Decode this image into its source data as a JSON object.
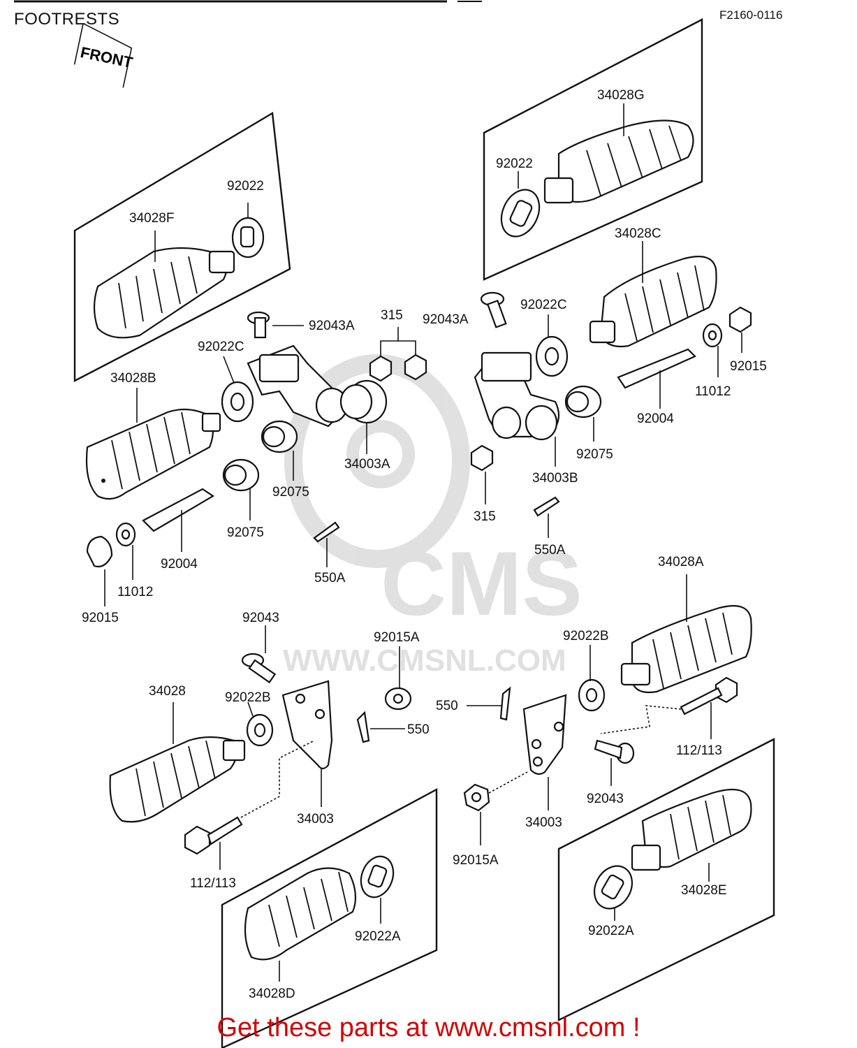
{
  "page": {
    "title": "FOOTRESTS",
    "diagram_code": "F2160-0116",
    "front_label": "FRONT",
    "cta": "Get these parts at www.cmsnl.com !"
  },
  "watermark": {
    "brand": "CMS",
    "url": "WWW.CMSNL.COM",
    "color": "#c8c8c8"
  },
  "labels": {
    "l_34028G": "34028G",
    "l_92022_top": "92022",
    "l_34028C": "34028C",
    "l_92022_left": "92022",
    "l_34028F": "34028F",
    "l_92043A_l": "92043A",
    "l_315_top": "315",
    "l_92043A_r": "92043A",
    "l_92022C_r": "92022C",
    "l_92022C_l": "92022C",
    "l_34028B": "34028B",
    "l_92015_r": "92015",
    "l_11012_r": "11012",
    "l_92004_r": "92004",
    "l_34003A": "34003A",
    "l_34003B": "34003B",
    "l_92075_r": "92075",
    "l_92075_a": "92075",
    "l_92075_b": "92075",
    "l_315_mid": "315",
    "l_550A_r": "550A",
    "l_550A_l": "550A",
    "l_92004_l": "92004",
    "l_11012_l": "11012",
    "l_92015_l": "92015",
    "l_34028A": "34028A",
    "l_92043": "92043",
    "l_92015A_top": "92015A",
    "l_92022B_r": "92022B",
    "l_34028": "34028",
    "l_92022B_l": "92022B",
    "l_550_r": "550",
    "l_550_l": "550",
    "l_112_113_r": "112/113",
    "l_34003_l": "34003",
    "l_34003_r": "34003",
    "l_92043_b": "92043",
    "l_112_113_l": "112/113",
    "l_92015A_b": "92015A",
    "l_34028E": "34028E",
    "l_92022A_l": "92022A",
    "l_92022A_r": "92022A",
    "l_34028D": "34028D"
  }
}
